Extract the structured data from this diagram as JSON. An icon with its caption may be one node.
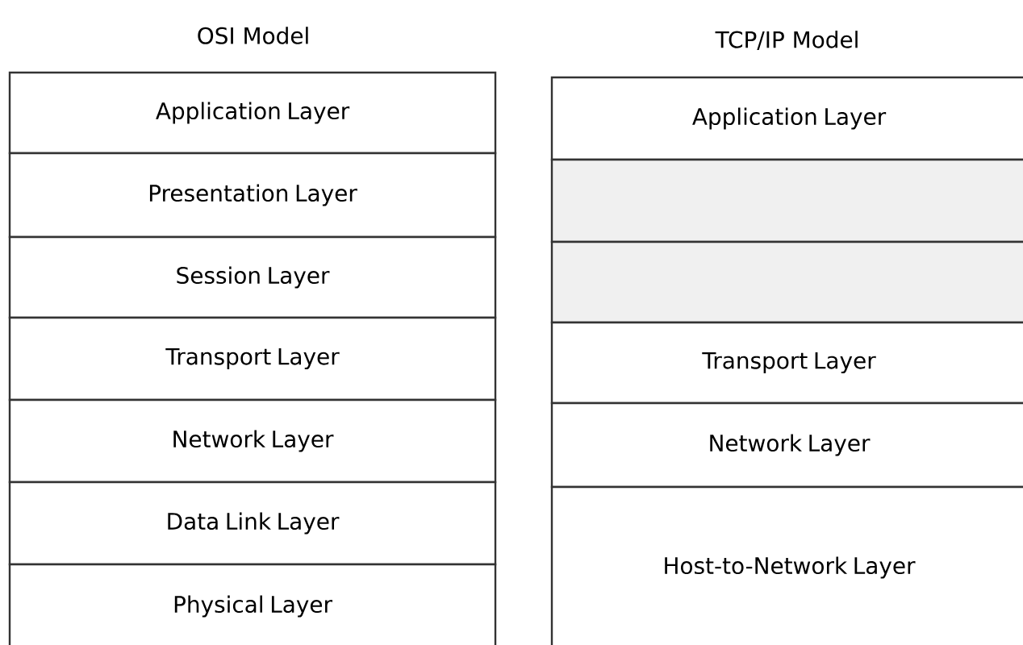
{
  "diagram": {
    "nodes": [
      {
        "text": [
          "Application Layer"
        ]
      },
      {
        "text": [
          "Presentation Layer"
        ]
      },
      {
        "text": [
          "Session Layer"
        ]
      },
      {
        "text": [
          "Transport Layer"
        ]
      },
      {
        "text": [
          "Network Layer"
        ]
      },
      {
        "text": [
          "Data Link Layer"
        ]
      },
      {
        "text": [
          "Physical Layer"
        ]
      },
      {
        "text": [
          "Application Layer"
        ]
      },
      {
        "text": [],
        "shape": "box"
      },
      {
        "text": [],
        "shape": "box"
      },
      {
        "text": [
          "Transport Layer"
        ]
      },
      {
        "text": [
          "Network Layer"
        ]
      },
      {
        "text": [
          "Host-to-Network Layer"
        ]
      }
    ],
    "labels": [
      "OSI Model",
      "TCP/IP Model"
    ]
  }
}
